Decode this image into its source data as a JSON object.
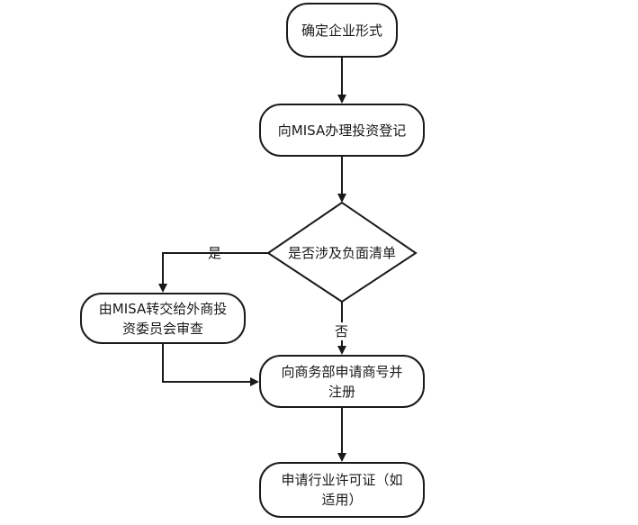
{
  "nodes": {
    "determine_form": "确定企业形式",
    "misa_registration": "向MISA办理投资登记",
    "negative_list_check": "是否涉及负面清单",
    "misa_review": "由MISA转交给外商投资委员会审查",
    "moit_application": "向商务部申请商号并注册",
    "industry_license": "申请行业许可证（如适用）"
  },
  "edge_labels": {
    "yes": "是",
    "no": "否"
  },
  "colors": {
    "stroke": "#1a1a1a",
    "background": "#ffffff"
  }
}
